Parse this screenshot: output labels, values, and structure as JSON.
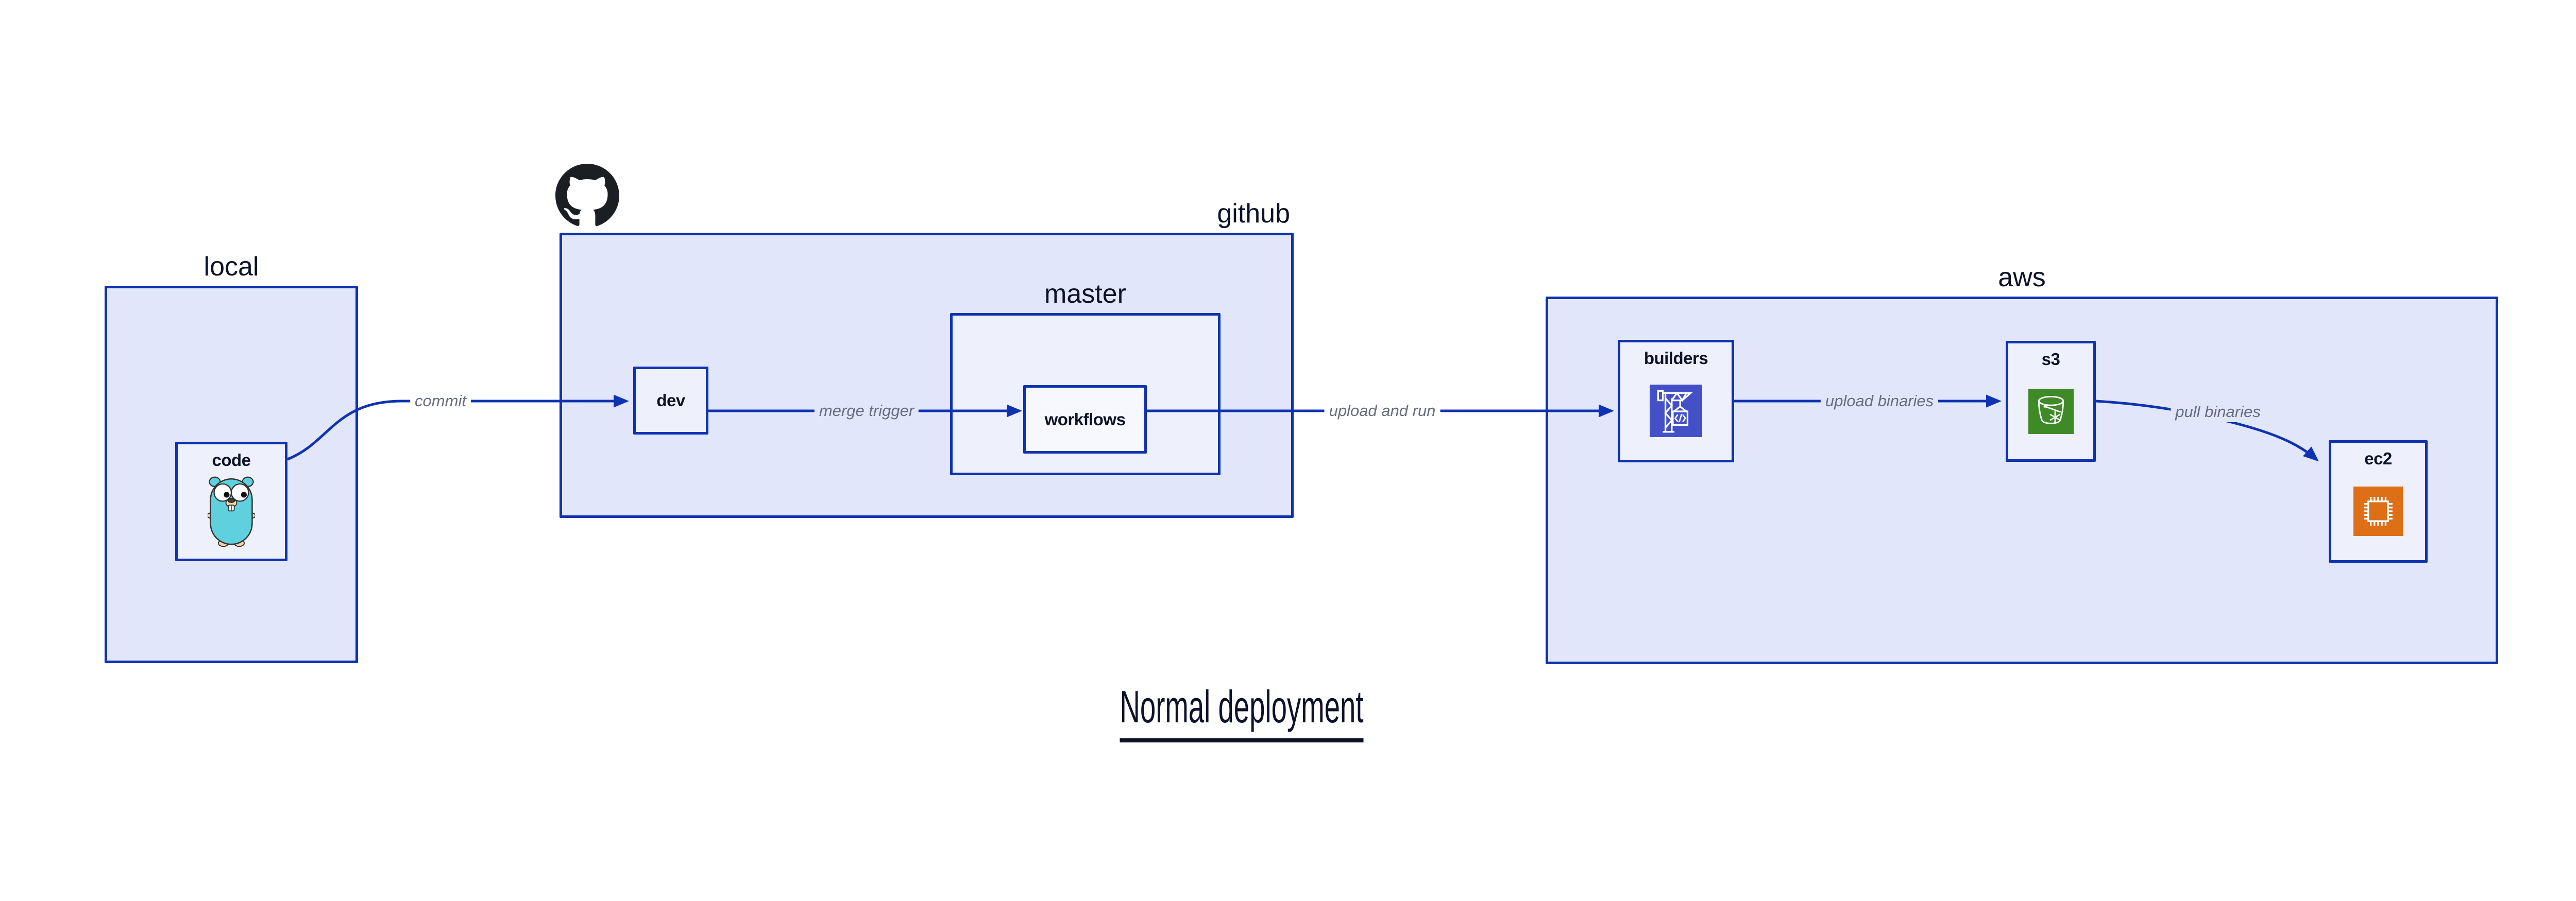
{
  "title": {
    "text": "Normal deployment"
  },
  "containers": {
    "local": {
      "label": "local"
    },
    "github": {
      "label": "github",
      "icon": "github-octocat-icon"
    },
    "master": {
      "label": "master"
    },
    "aws": {
      "label": "aws"
    }
  },
  "nodes": {
    "code": {
      "label": "code",
      "icon": "go-gopher-icon"
    },
    "dev": {
      "label": "dev"
    },
    "workflows": {
      "label": "workflows"
    },
    "builders": {
      "label": "builders",
      "icon": "aws-codebuild-crane-icon"
    },
    "s3": {
      "label": "s3",
      "icon": "aws-s3-glacier-bucket-icon"
    },
    "ec2": {
      "label": "ec2",
      "icon": "aws-ec2-chip-icon"
    }
  },
  "edges": [
    {
      "from": "code",
      "to": "dev",
      "label": "commit"
    },
    {
      "from": "dev",
      "to": "workflows",
      "label": "merge trigger"
    },
    {
      "from": "workflows",
      "to": "builders",
      "label": "upload and run"
    },
    {
      "from": "builders",
      "to": "s3",
      "label": "upload binaries"
    },
    {
      "from": "s3",
      "to": "ec2",
      "label": "pull binaries"
    }
  ],
  "colors": {
    "edge_and_border_blue": "#0f33b0",
    "container_fill": "#e1e6fa",
    "node_fill": "#eef1fc",
    "nested_node_fill": "#f6f8fe",
    "text_navy": "#0c1228",
    "edge_label_gray": "#676c7e",
    "github_black": "#1b1f23",
    "gopher_teal": "#5fd0dd",
    "codebuild_indigo": "#4450c8",
    "s3_green": "#3e8a26",
    "ec2_orange": "#dd6f17"
  }
}
